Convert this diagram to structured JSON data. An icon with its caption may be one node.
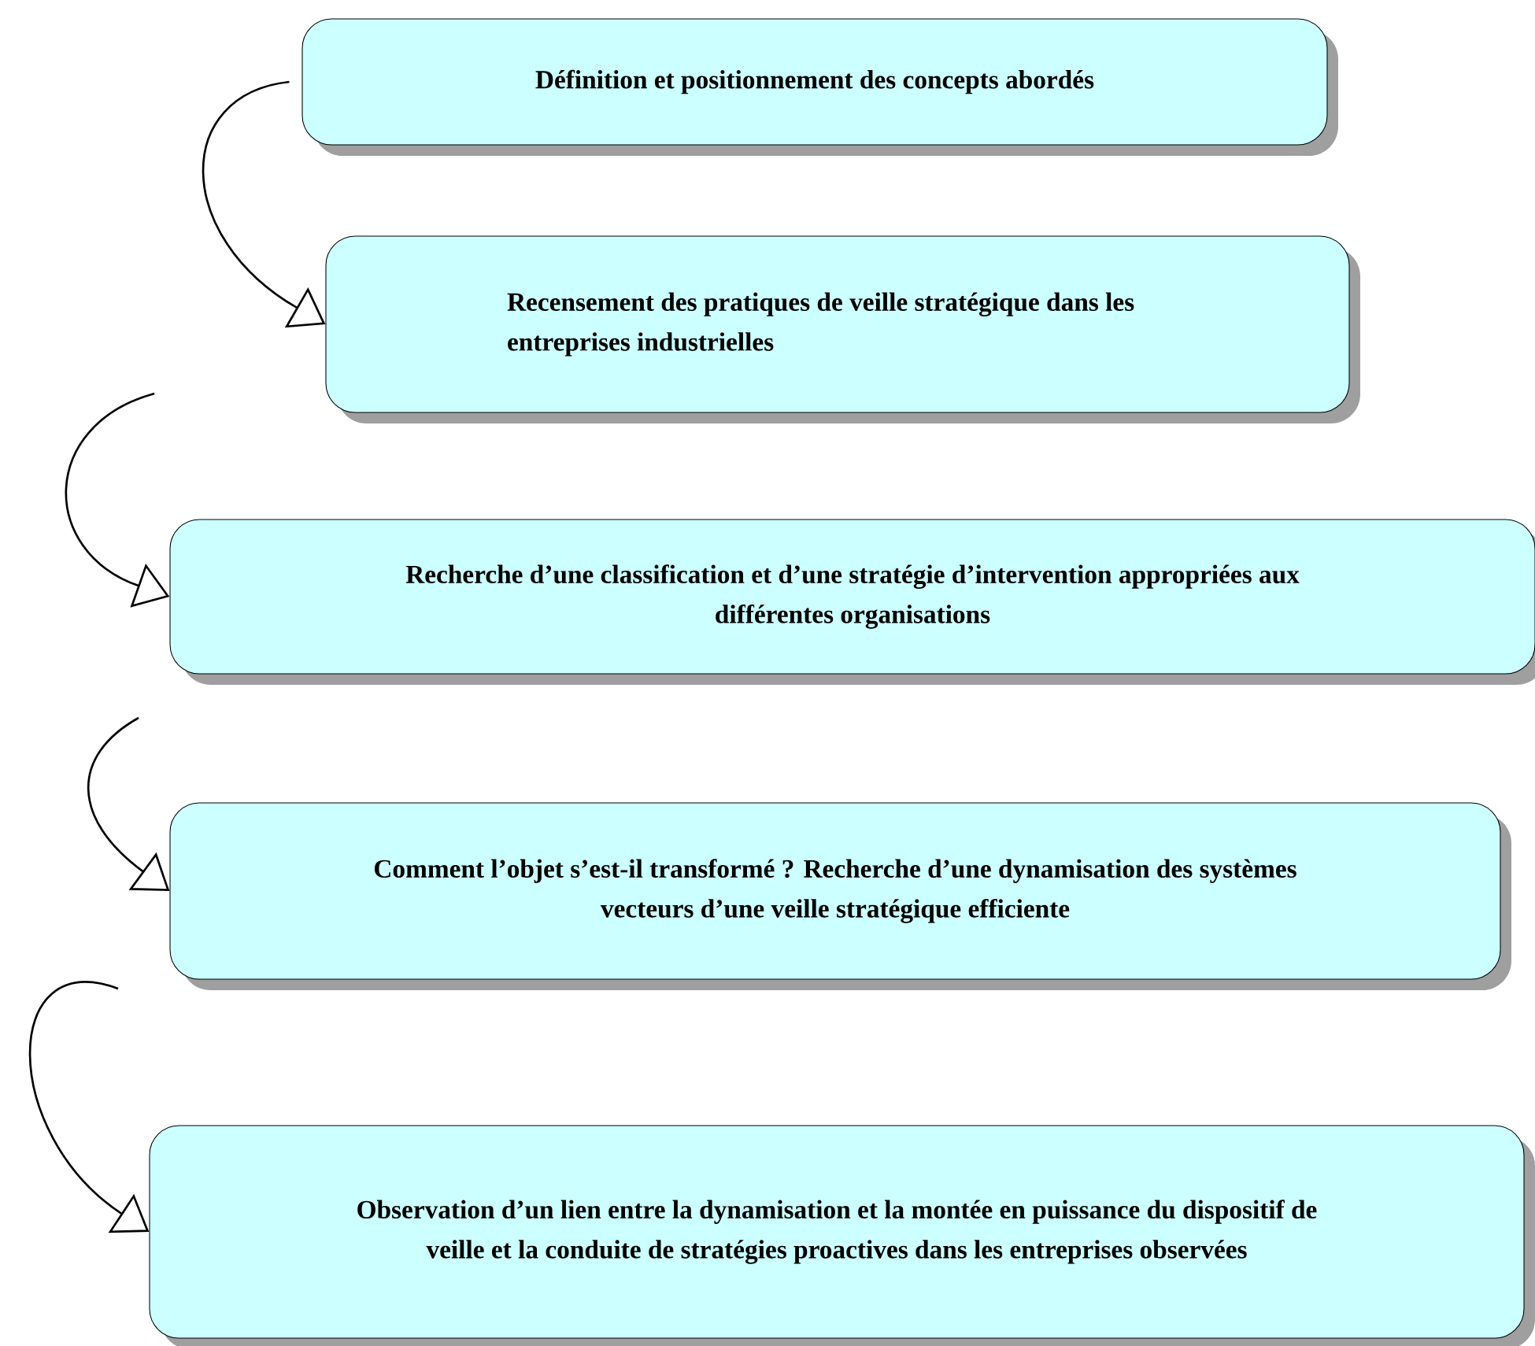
{
  "diagram": {
    "nodes": [
      {
        "text": [
          "Définition et positionnement des concepts abordés"
        ]
      },
      {
        "text": [
          "Recensement des pratiques de veille stratégique dans les entreprises industrielles"
        ]
      },
      {
        "text": [
          "Recherche d’une classification et d’une stratégie d’intervention appropriées aux différentes organisations"
        ]
      },
      {
        "text": [
          "Comment l’objet s’est-il transformé ? Recherche d’une dynamisation des systèmes vecteurs d’une veille stratégique efficiente"
        ]
      },
      {
        "text": [
          "Observation d’un lien entre la dynamisation et la montée en puissance du dispositif de veille et la conduite de stratégies proactives dans les entreprises observées"
        ]
      }
    ],
    "edges": [
      {
        "from": 0,
        "to": 1,
        "arrow": "to"
      },
      {
        "from": null,
        "to": 2,
        "arrow": "to"
      },
      {
        "from": null,
        "to": 3,
        "arrow": "to"
      },
      {
        "from": null,
        "to": 4,
        "arrow": "to"
      }
    ]
  }
}
